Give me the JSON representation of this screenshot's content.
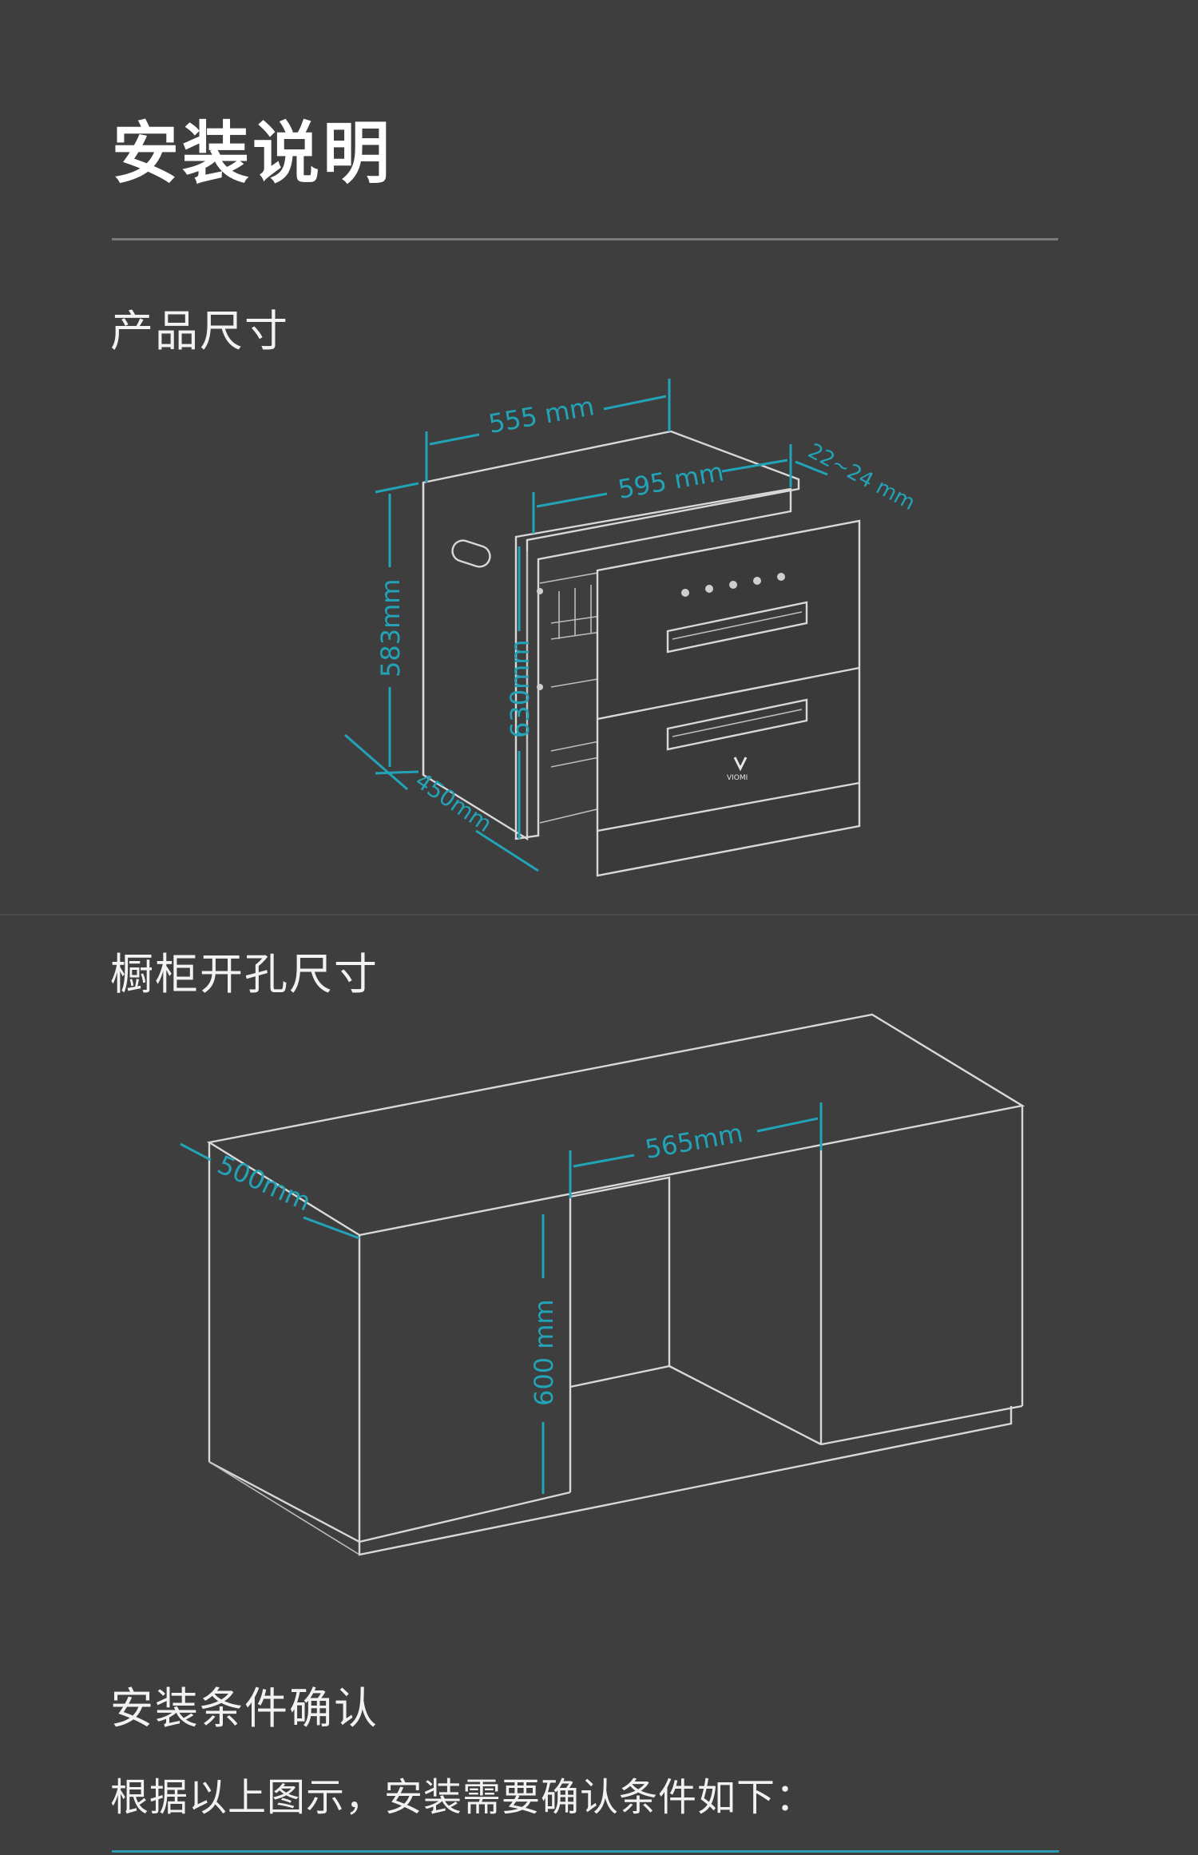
{
  "page": {
    "title": "安装说明",
    "sections": [
      {
        "heading": "产品尺寸"
      },
      {
        "heading": "橱柜开孔尺寸"
      },
      {
        "heading": "安装条件确认"
      }
    ],
    "intro_text": "根据以上图示，安装需要确认条件如下："
  },
  "product_dimensions": {
    "width_top": "555 mm",
    "width_inner": "595 mm",
    "side_gap": "22~24 mm",
    "height_body": "583mm",
    "height_panel": "630mm",
    "depth": "450mm",
    "brand_logo": "VIOMI"
  },
  "cabinet_dimensions": {
    "depth": "500mm",
    "width": "565mm",
    "height": "600 mm"
  },
  "colors": {
    "background": "#3e3e3e",
    "dimension_accent": "#22a3b7",
    "line": "#d8d8d8"
  }
}
